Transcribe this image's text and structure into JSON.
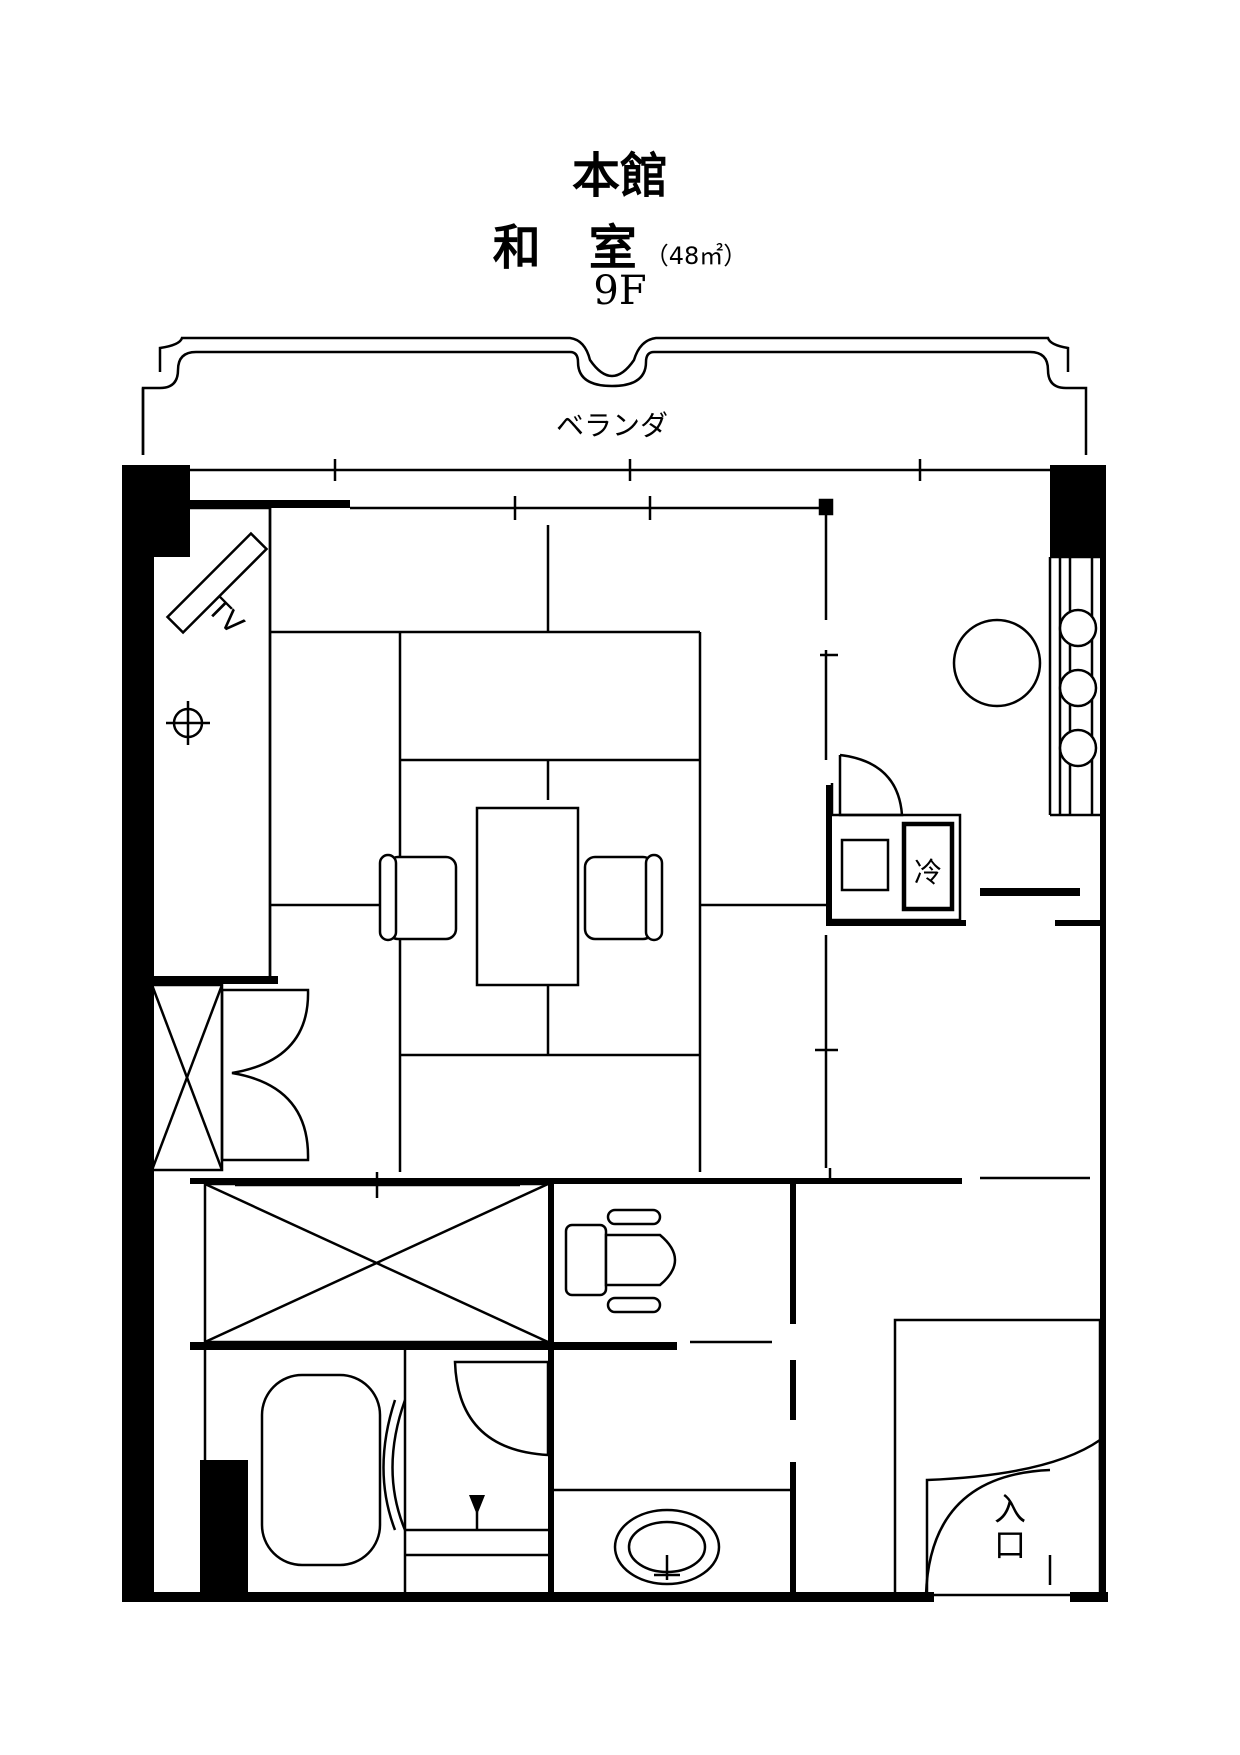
{
  "header": {
    "building": "本館",
    "room_type": "和　室",
    "area": "（48㎡）",
    "floor": "9F"
  },
  "labels": {
    "veranda": "ベランダ",
    "tv": "TV",
    "fridge": "冷",
    "entrance": "入口"
  }
}
